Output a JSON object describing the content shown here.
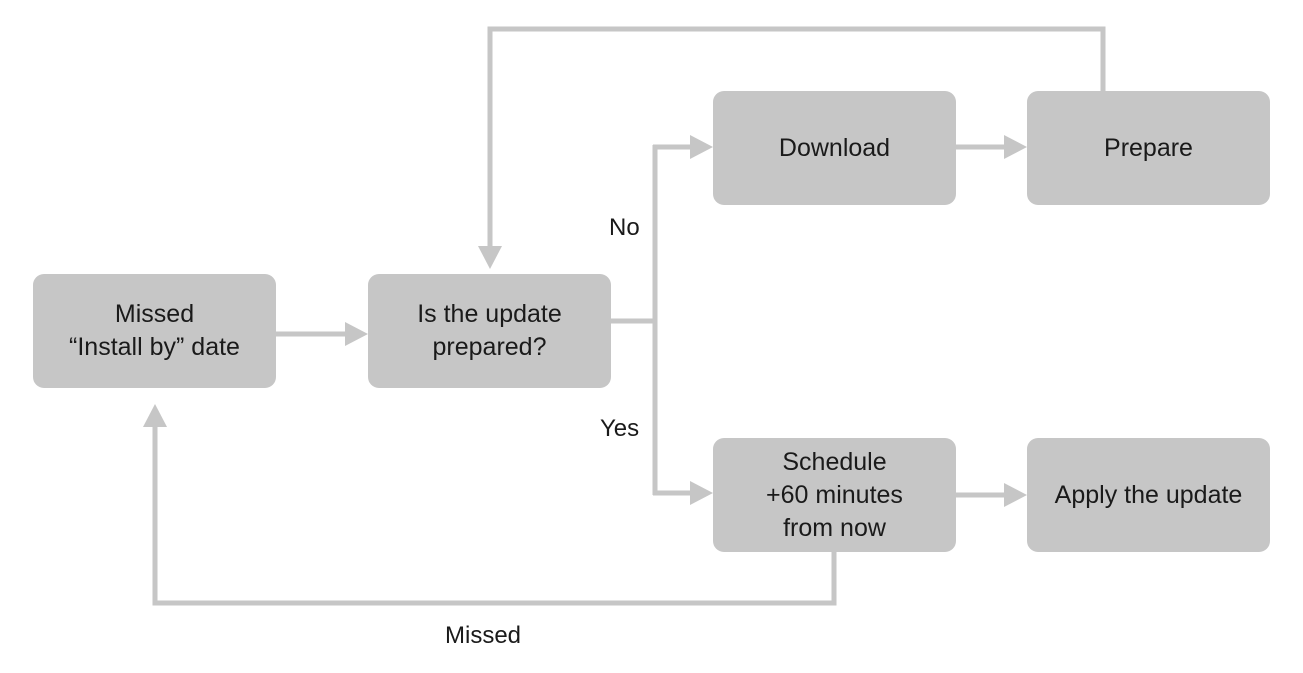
{
  "diagram": {
    "nodes": {
      "missed_install": {
        "lines": [
          "Missed",
          "“Install by” date"
        ]
      },
      "is_prepared": {
        "lines": [
          "Is the update",
          "prepared?"
        ]
      },
      "download": {
        "lines": [
          "Download"
        ]
      },
      "prepare": {
        "lines": [
          "Prepare"
        ]
      },
      "schedule": {
        "lines": [
          "Schedule",
          "+60 minutes",
          "from now"
        ]
      },
      "apply": {
        "lines": [
          "Apply the update"
        ]
      }
    },
    "edge_labels": {
      "no": "No",
      "yes": "Yes",
      "missed": "Missed"
    },
    "colors": {
      "node_fill": "#c6c6c6",
      "connector": "#c6c6c6",
      "text": "#1a1a1a",
      "background": "#ffffff"
    }
  }
}
